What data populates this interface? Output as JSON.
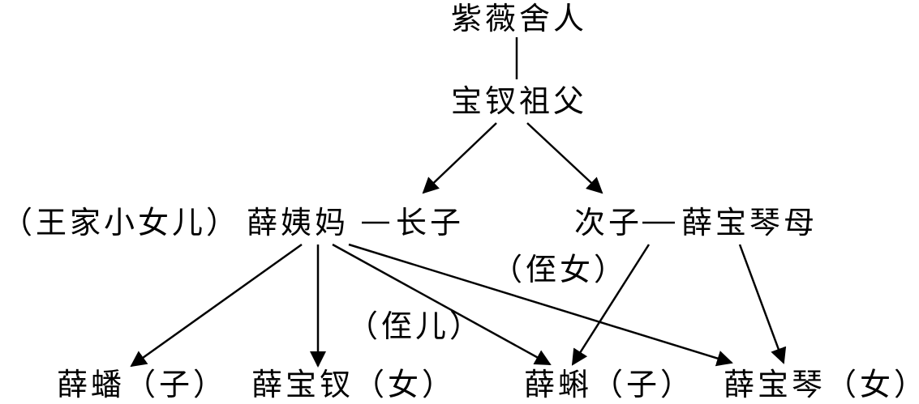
{
  "nodes": {
    "ancestor": "紫薇舍人",
    "grandfather": "宝钗祖父",
    "wang_daughter": "（王家小女儿）",
    "aunt_xue": "薛姨妈",
    "eldest_son": "长子",
    "second_son": "次子",
    "baoqin_mother": "薛宝琴母",
    "xue_pan": "薛蟠（子）",
    "xue_baochai": "薛宝钗（女）",
    "xue_ke": "薛蝌（子）",
    "xue_baoqin": "薛宝琴（女）"
  },
  "edge_labels": {
    "niece": "（侄女）",
    "nephew": "（侄儿）"
  },
  "colors": {
    "ink": "#000000",
    "background": "#ffffff"
  }
}
